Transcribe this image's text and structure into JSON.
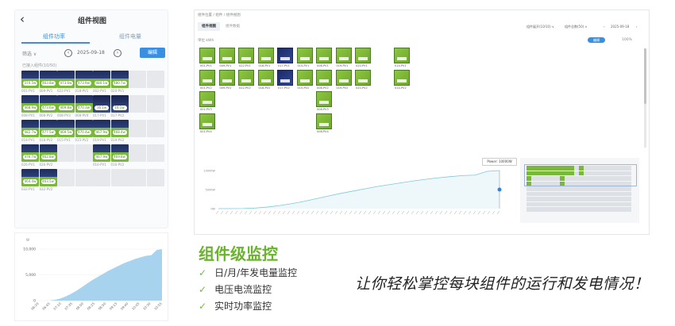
{
  "mobile": {
    "title": "组件视图",
    "back_icon": "chevron-left-icon",
    "tabs": [
      {
        "label": "组件功率",
        "active": true
      },
      {
        "label": "组件电量",
        "active": false
      }
    ],
    "filter_label": "筛选 ∨",
    "date": "2025-09-18",
    "edit_button": "编辑",
    "prev": "‹",
    "next": "›",
    "count_label": "已接入组件(10/50)",
    "grid": [
      [
        {
          "l": "001-PV1",
          "v": "370.5w",
          "s": "on"
        },
        {
          "l": "009-PV1",
          "v": "463.8w",
          "s": "on"
        },
        {
          "l": "022-PV1",
          "v": "473.6w",
          "s": "on"
        },
        {
          "l": "018-PV1",
          "v": "473.9w",
          "s": "on"
        },
        {
          "l": "002-PV1",
          "v": "480.1w",
          "s": "on"
        },
        {
          "l": "020-PV1",
          "v": "480.7w",
          "s": "on"
        },
        {
          "s": "empty"
        },
        {
          "s": "empty"
        }
      ],
      [
        {
          "l": "008-PV1",
          "v": "468.9w",
          "s": "on"
        },
        {
          "l": "008-PV2",
          "v": "473.6w",
          "s": "on"
        },
        {
          "l": "008-PV3",
          "v": "469.8w",
          "s": "on"
        },
        {
          "l": "008-PV4",
          "v": "470.3w",
          "s": "on"
        },
        {
          "l": "017-PV1",
          "v": "16.1w",
          "s": "dark"
        },
        {
          "l": "017-PV2",
          "v": "16.1w",
          "s": "dark"
        },
        {
          "s": "empty"
        },
        {
          "s": "empty"
        }
      ],
      [
        {
          "l": "018-PV1",
          "v": "482.7w",
          "s": "on"
        },
        {
          "l": "018-PV2",
          "v": "477.5w",
          "s": "on"
        },
        {
          "l": "015-PV1",
          "v": "469.5w",
          "s": "on"
        },
        {
          "l": "015-PV2",
          "v": "470.4w",
          "s": "on"
        },
        {
          "l": "019-PV1",
          "v": "467.9w",
          "s": "on"
        },
        {
          "l": "019-PV2",
          "v": "468.4w",
          "s": "on"
        },
        {
          "s": "empty"
        },
        {
          "s": "empty"
        }
      ],
      [
        {
          "l": "026-PV1",
          "v": "476.7w",
          "s": "on"
        },
        {
          "l": "026-PV2",
          "v": "462.8w",
          "s": "on"
        },
        {
          "s": "empty"
        },
        {
          "s": "empty"
        },
        {
          "l": "016-PV1",
          "v": "467.9w",
          "s": "on"
        },
        {
          "l": "016-PV2",
          "v": "469.8w",
          "s": "on"
        },
        {
          "s": "empty"
        },
        {
          "s": "empty"
        }
      ],
      [
        {
          "l": "032-PV1",
          "v": "464.4w",
          "s": "on"
        },
        {
          "l": "032-PV2",
          "v": "463.5w",
          "s": "on"
        },
        {
          "s": "empty"
        },
        {
          "s": "empty"
        },
        {
          "s": "empty"
        },
        {
          "s": "empty"
        },
        {
          "s": "empty"
        },
        {
          "s": "empty"
        }
      ]
    ]
  },
  "desktop": {
    "breadcrumb": "组件位置 / 组件 / 组件视图",
    "tabs": [
      {
        "label": "组件视图",
        "active": true
      },
      {
        "label": "组件数据",
        "active": false
      }
    ],
    "select_expand": "组件展开(10/10) ∨",
    "select_total": "组件总数(50) ∨",
    "date": "2025-09-18",
    "prev": "‹",
    "next": "›",
    "unit_label": "单位 kWh",
    "edit_button": "编辑",
    "zoom": "100%",
    "columns": [
      {
        "panels": [
          "001-PV1",
          "001-PV2",
          "001-PV3",
          "001-PV4"
        ]
      },
      {
        "panels": [
          "009-PV1",
          "009-PV2"
        ]
      },
      {
        "panels": [
          "022-PV1",
          "022-PV2"
        ]
      },
      {
        "panels": [
          "018-PV1",
          "018-PV2"
        ]
      },
      {
        "panels": [
          "017-PV1",
          "017-PV2"
        ],
        "dark": true
      },
      {
        "panels": [
          "015-PV1",
          "015-PV2"
        ]
      },
      {
        "panels": [
          "008-PV1",
          "008-PV2",
          "008-PV3",
          "008-PV4"
        ]
      },
      {
        "panels": [
          "019-PV1",
          "019-PV2"
        ]
      },
      {
        "panels": [
          "020-PV1",
          "020-PV2"
        ]
      },
      {
        "panels": []
      },
      {
        "panels": [
          "014-PV1",
          "014-PV2"
        ]
      }
    ],
    "tooltip": "Power: 10000W"
  },
  "chart_data": [
    {
      "type": "area",
      "title": "",
      "xlabel": "",
      "ylabel": "W",
      "ylim": [
        0,
        10000
      ],
      "yticks": [
        "0",
        "5,000",
        "10,000"
      ],
      "xticks": [
        "06:20",
        "06:45",
        "07:10",
        "07:35",
        "08:00",
        "08:25",
        "08:50",
        "09:15",
        "09:40",
        "10:05",
        "10:30",
        "10:55"
      ],
      "values": [
        0,
        0,
        20,
        150,
        400,
        800,
        1300,
        1900,
        2600,
        3300,
        4000,
        4600,
        5200,
        5800,
        6300,
        6800,
        7300,
        7700,
        8100,
        8400,
        8700,
        8800,
        9800,
        10000
      ],
      "color": "#a8d3ef"
    },
    {
      "type": "line",
      "title": "",
      "ylim": [
        0,
        10000
      ],
      "yticks": [
        "0W",
        "5000W",
        "10000W"
      ],
      "values": [
        0,
        0,
        20,
        150,
        400,
        800,
        1300,
        1900,
        2600,
        3300,
        4000,
        4600,
        5200,
        5800,
        6300,
        6800,
        7300,
        7700,
        8100,
        8400,
        8700,
        8800,
        9800,
        10000
      ],
      "color": "#7cc8d8"
    }
  ],
  "promo": {
    "heading": "组件级监控",
    "check": "✓",
    "features": [
      "日/月/年发电量监控",
      "电压电流监控",
      "实时功率监控"
    ],
    "slogan": "让你轻松掌控每块组件的运行和发电情况！"
  }
}
